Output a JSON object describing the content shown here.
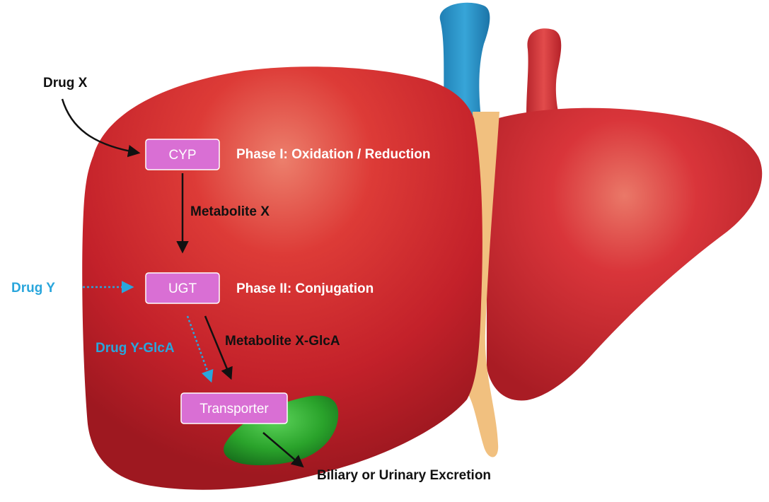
{
  "diagram": {
    "inputs": {
      "drug_x": "Drug X",
      "drug_y": "Drug Y"
    },
    "boxes": {
      "cyp": "CYP",
      "ugt": "UGT",
      "transporter": "Transporter"
    },
    "phases": {
      "phase1": "Phase I: Oxidation / Reduction",
      "phase2": "Phase II: Conjugation"
    },
    "metabolites": {
      "metabolite_x": "Metabolite X",
      "metabolite_x_glca": "Metabolite X-GlcA",
      "drug_y_glca": "Drug Y-GlcA"
    },
    "output": "Biliary or Urinary Excretion"
  },
  "colors": {
    "liver": "#c8202a",
    "box_fill": "#d96fd4",
    "drug_y_blue": "#29a6dc",
    "gallbladder": "#2ea82e",
    "bile_duct": "#f2c27e",
    "vein_blue": "#2f95c9",
    "artery_red": "#d9333a"
  }
}
